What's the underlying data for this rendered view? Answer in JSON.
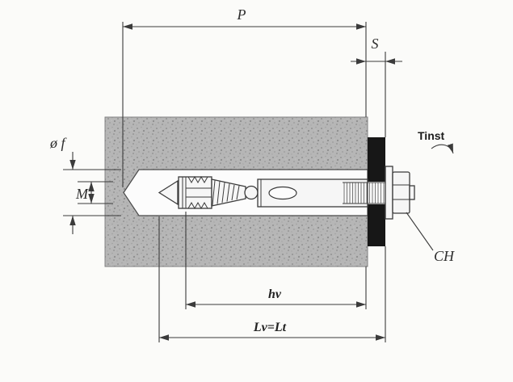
{
  "figure": {
    "description": "Technical installation diagram of a sleeve expansion anchor set in concrete with fixture plate, washer and hex nut",
    "colors": {
      "background": "#fbfbf9",
      "line": "#3b3b3b",
      "concrete": "#b6b6b6",
      "fixture_plate": "#171717"
    },
    "labels": {
      "p": "P",
      "s": "S",
      "diameter_f": "ø f",
      "m": "M",
      "tinst": "Tinst",
      "ch": "CH",
      "hv": "hv",
      "lv_lt": "Lv=Lt"
    }
  }
}
